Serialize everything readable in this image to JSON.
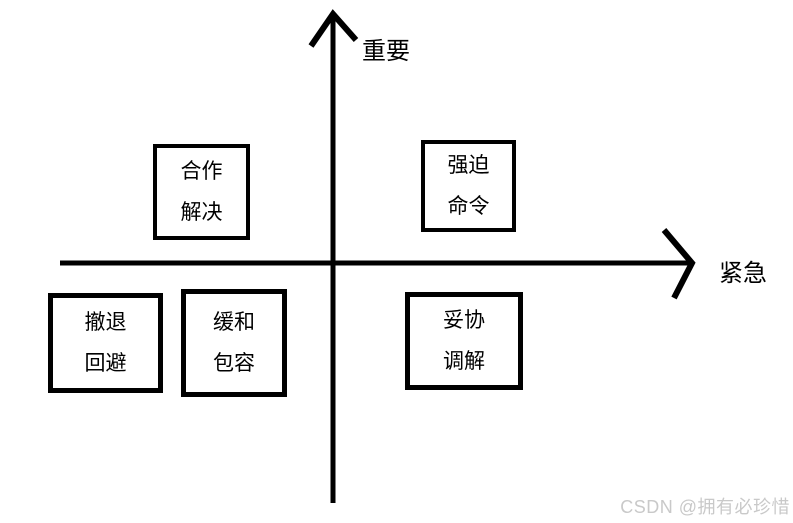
{
  "diagram": {
    "axes": {
      "y_label": "重要",
      "x_label": "紧急",
      "line_color": "#000000"
    },
    "boxes": [
      {
        "name": "cooperate",
        "line1": "合作",
        "line2": "解决",
        "quadrant": "top-left"
      },
      {
        "name": "force",
        "line1": "强迫",
        "line2": "命令",
        "quadrant": "top-right"
      },
      {
        "name": "retreat",
        "line1": "撤退",
        "line2": "回避",
        "quadrant": "bottom-left"
      },
      {
        "name": "ease",
        "line1": "缓和",
        "line2": "包容",
        "quadrant": "bottom-left"
      },
      {
        "name": "compromise",
        "line1": "妥协",
        "line2": "调解",
        "quadrant": "bottom-right"
      }
    ],
    "watermark": {
      "text": "CSDN @拥有必珍惜",
      "color": "#c9c9c9"
    }
  }
}
